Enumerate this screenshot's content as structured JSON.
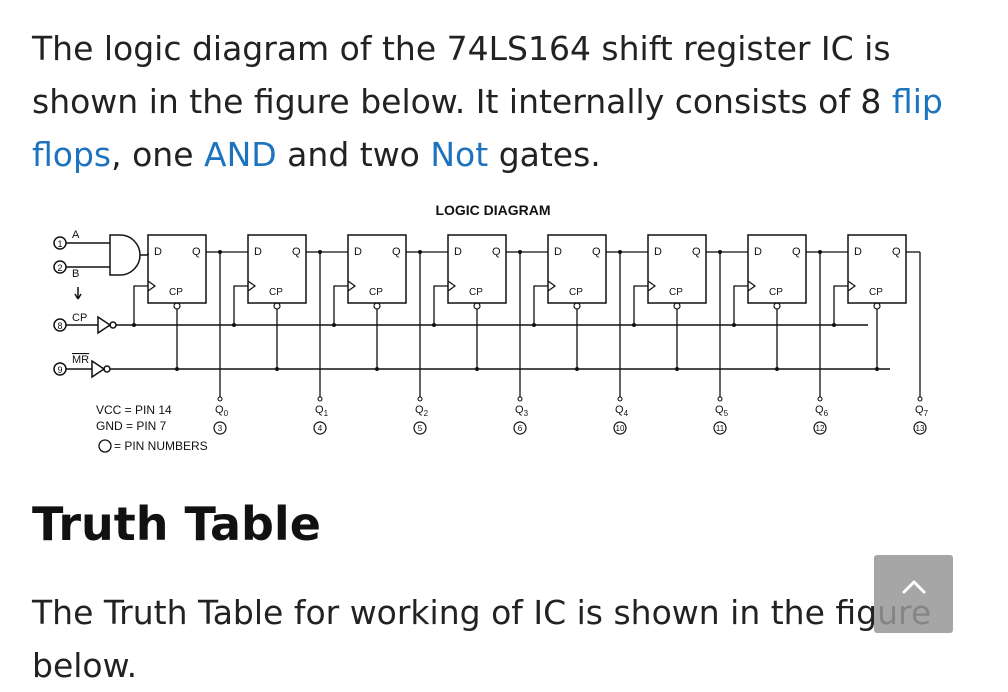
{
  "intro": {
    "text_1": "The logic diagram of the 74LS164 shift register IC is shown in the figure below. It internally consists of 8 ",
    "link_flip_flops": "flip flops",
    "text_2": ", one ",
    "link_and": "AND",
    "text_3": " and two ",
    "link_not": "Not",
    "text_4": " gates."
  },
  "diagram": {
    "title": "LOGIC DIAGRAM",
    "inputs": {
      "a_label": "A",
      "b_label": "B",
      "cp_label": "CP",
      "mr_label": "MR",
      "pin_a": "1",
      "pin_b": "2",
      "pin_cp": "8",
      "pin_mr": "9"
    },
    "flip_flops": [
      {
        "d": "D",
        "q": "Q",
        "cp": "CP"
      },
      {
        "d": "D",
        "q": "Q",
        "cp": "CP"
      },
      {
        "d": "D",
        "q": "Q",
        "cp": "CP"
      },
      {
        "d": "D",
        "q": "Q",
        "cp": "CP"
      },
      {
        "d": "D",
        "q": "Q",
        "cp": "CP"
      },
      {
        "d": "D",
        "q": "Q",
        "cp": "CP"
      },
      {
        "d": "D",
        "q": "Q",
        "cp": "CP"
      },
      {
        "d": "D",
        "q": "Q",
        "cp": "CP"
      }
    ],
    "outputs": [
      {
        "label": "Q",
        "sub": "0",
        "pin": "3"
      },
      {
        "label": "Q",
        "sub": "1",
        "pin": "4"
      },
      {
        "label": "Q",
        "sub": "2",
        "pin": "5"
      },
      {
        "label": "Q",
        "sub": "3",
        "pin": "6"
      },
      {
        "label": "Q",
        "sub": "4",
        "pin": "10"
      },
      {
        "label": "Q",
        "sub": "5",
        "pin": "11"
      },
      {
        "label": "Q",
        "sub": "6",
        "pin": "12"
      },
      {
        "label": "Q",
        "sub": "7",
        "pin": "13"
      }
    ],
    "legend": {
      "vcc": "VCC = PIN 14",
      "gnd": "GND = PIN 7",
      "pins": "= PIN NUMBERS"
    }
  },
  "truth_table": {
    "heading": "Truth Table",
    "text": "The Truth Table for working of IC is shown in the figure below."
  },
  "scroll_top": {
    "icon": "chevron-up-icon"
  },
  "colors": {
    "link": "#1e73be",
    "text": "#222222",
    "scroll_button": "#969696"
  }
}
